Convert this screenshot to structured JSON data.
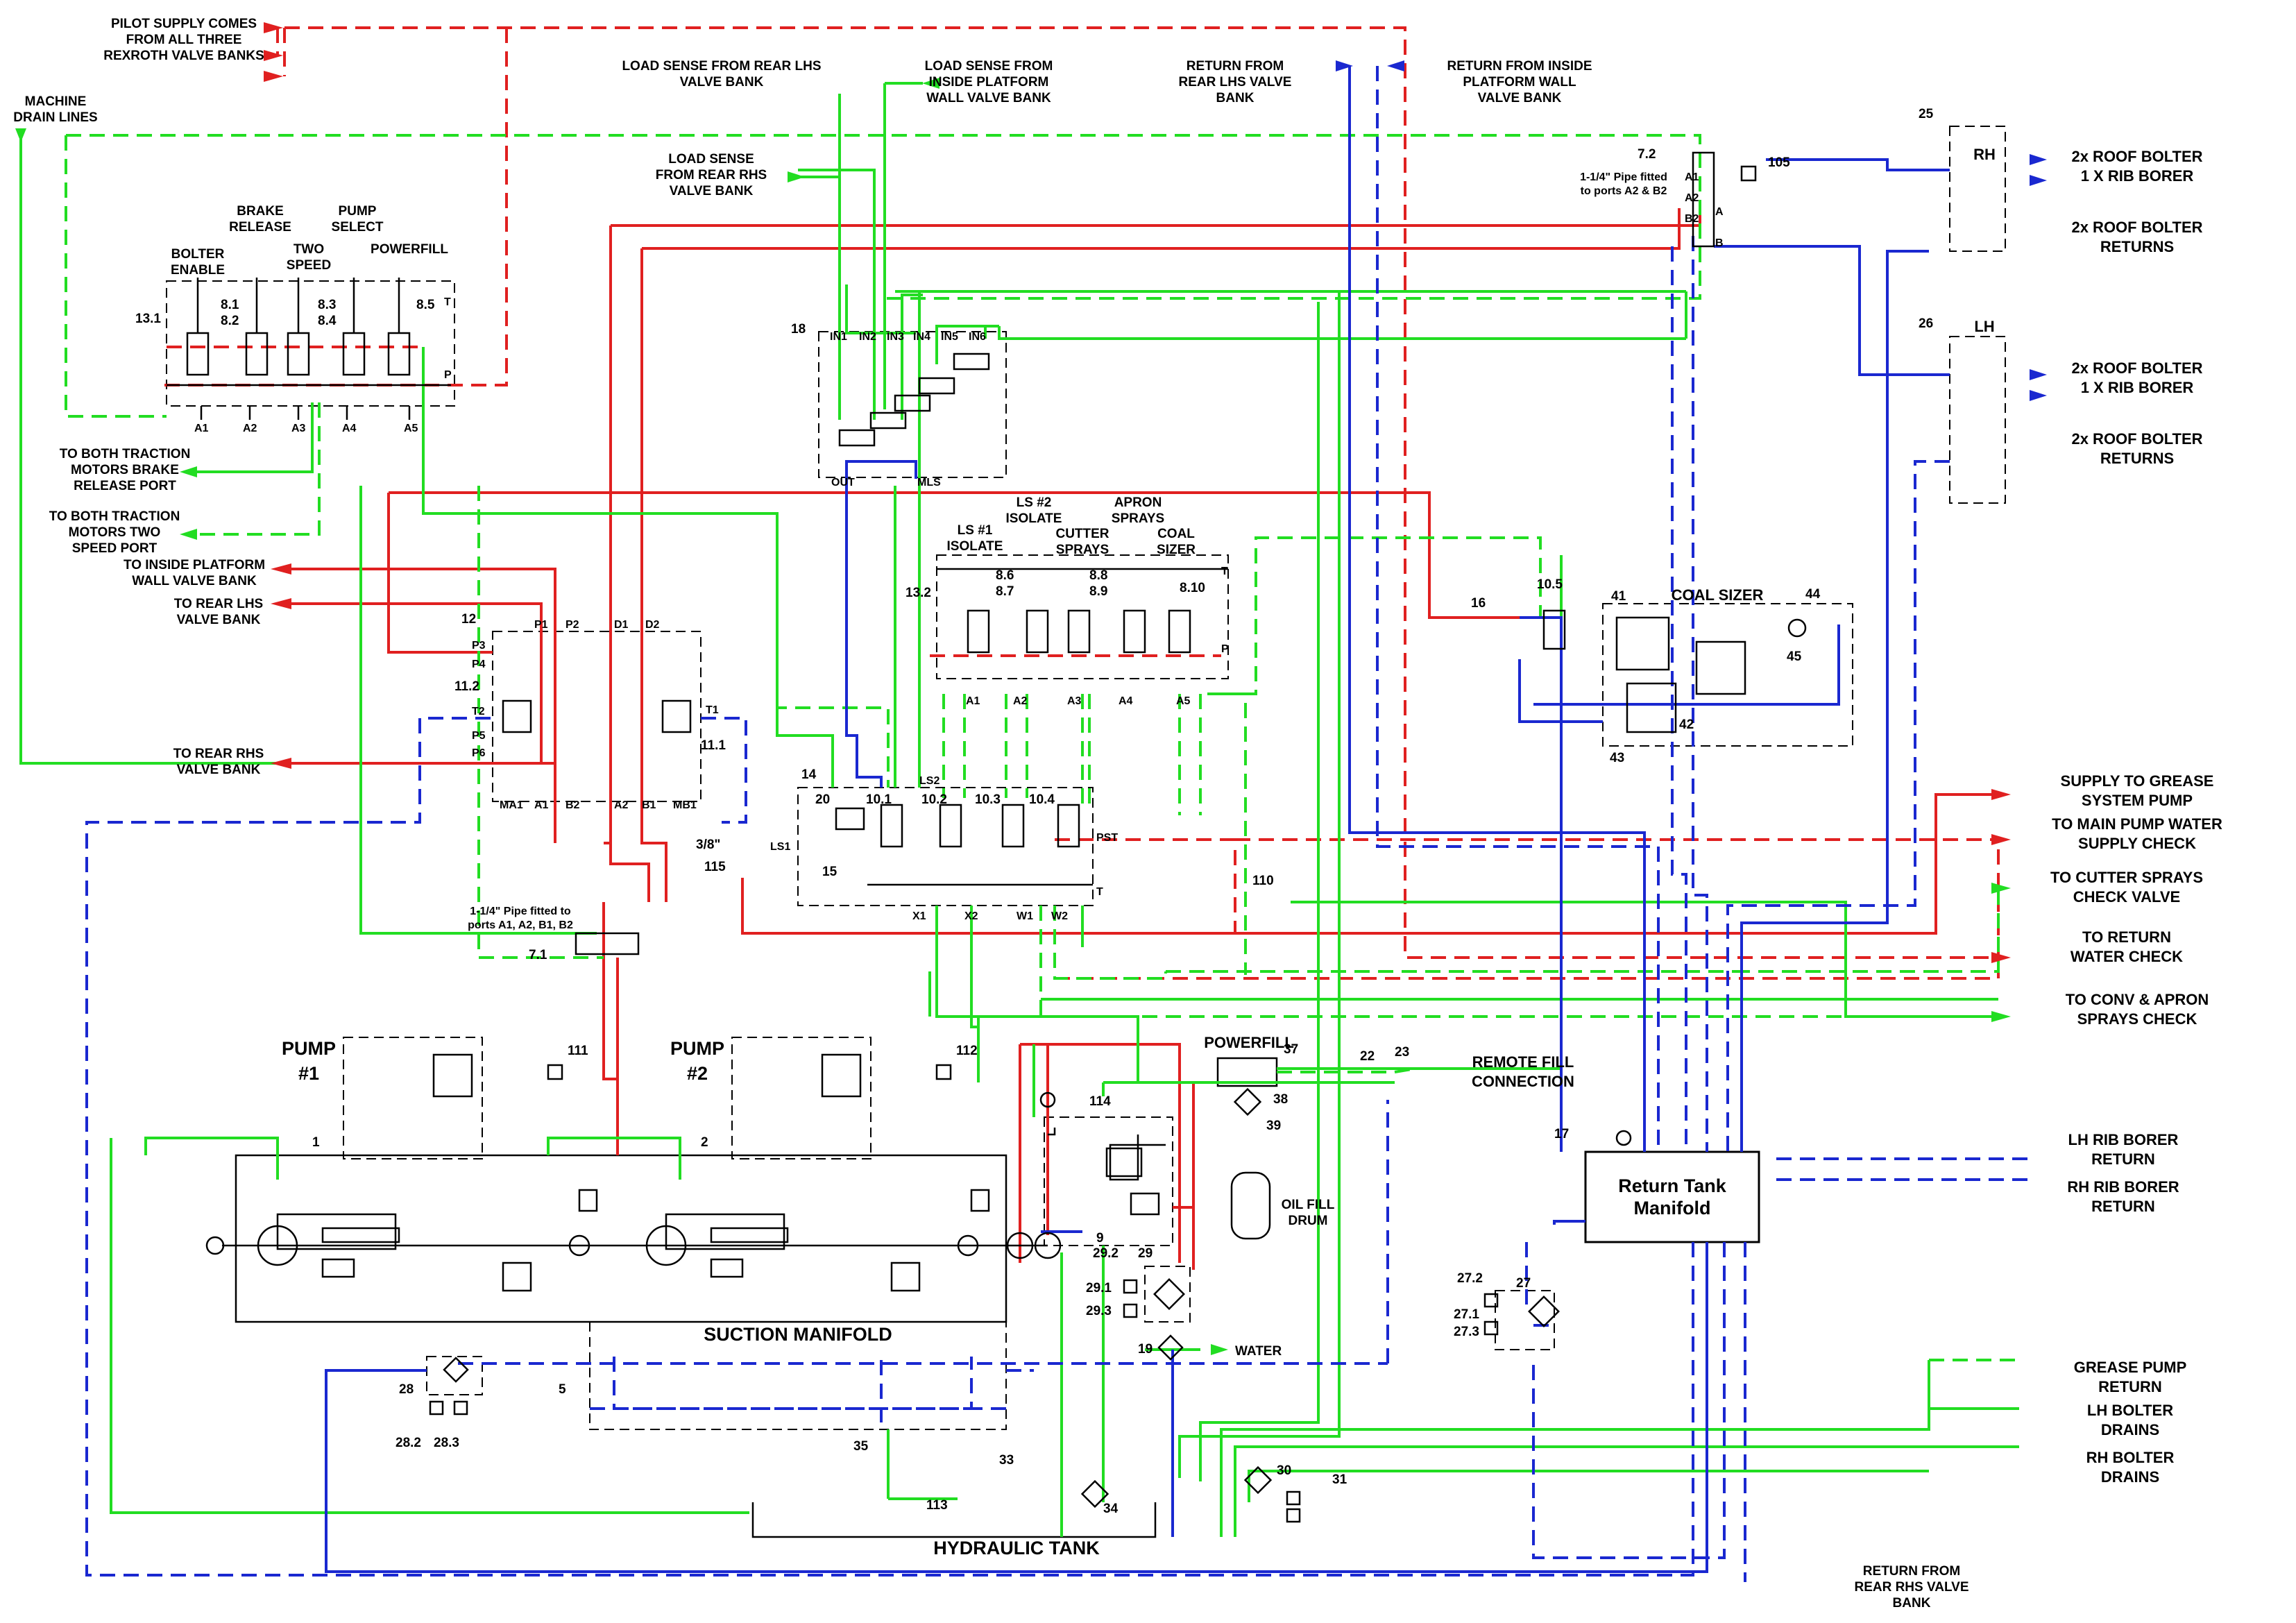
{
  "labels": {
    "pilot_supply": "PILOT SUPPLY COMES FROM ALL THREE REXROTH VALVE BANKS",
    "machine_drain": "MACHINE DRAIN LINES",
    "ls_rear_lhs": "LOAD SENSE FROM REAR LHS VALVE BANK",
    "ls_inside_platform": "LOAD SENSE FROM INSIDE PLATFORM WALL VALVE BANK",
    "ls_rear_rhs": "LOAD SENSE FROM REAR RHS VALVE BANK",
    "return_rear_lhs": "RETURN FROM REAR LHS VALVE BANK",
    "return_inside_platform": "RETURN FROM INSIDE PLATFORM WALL VALVE BANK",
    "brake_release": "BRAKE RELEASE",
    "pump_select": "PUMP SELECT",
    "bolter_enable": "BOLTER ENABLE",
    "two_speed": "TWO SPEED",
    "powerfill": "POWERFILL",
    "traction_brake": "TO BOTH TRACTION MOTORS BRAKE RELEASE PORT",
    "traction_two_speed": "TO BOTH TRACTION MOTORS TWO SPEED PORT",
    "to_inside_platform": "TO INSIDE PLATFORM WALL VALVE BANK",
    "to_rear_lhs": "TO REAR LHS VALVE BANK",
    "to_rear_rhs": "TO REAR RHS VALVE BANK",
    "ls1_isolate": "LS #1 ISOLATE",
    "ls2_isolate": "LS #2 ISOLATE",
    "cutter_sprays": "CUTTER SPRAYS",
    "apron_sprays": "APRON SPRAYS",
    "coal_sizer_valve": "COAL SIZER",
    "coal_sizer": "COAL SIZER",
    "pipe_72": "1-1/4\" Pipe fitted to ports A2 & B2",
    "pipe_71": "1-1/4\" Pipe fitted to ports A1, A2, B1, B2",
    "roof_bolter_rh": "2x ROOF BOLTER 1 X RIB BORER",
    "roof_bolter_returns_rh": "2x ROOF BOLTER RETURNS",
    "roof_bolter_lh": "2x ROOF BOLTER 1 X RIB BORER",
    "roof_bolter_returns_lh": "2x ROOF BOLTER RETURNS",
    "rh": "RH",
    "lh": "LH",
    "supply_grease": "SUPPLY TO GREASE SYSTEM PUMP",
    "main_pump_water": "TO MAIN PUMP WATER SUPPLY CHECK",
    "cutter_sprays_check": "TO CUTTER SPRAYS CHECK VALVE",
    "return_water_check": "TO RETURN WATER CHECK",
    "conv_apron_check": "TO CONV & APRON SPRAYS CHECK",
    "remote_fill": "REMOTE FILL CONNECTION",
    "powerfill_unit": "POWERFILL",
    "oil_fill_drum": "OIL FILL DRUM",
    "lh_rib_return": "LH RIB BORER RETURN",
    "rh_rib_return": "RH RIB BORER RETURN",
    "return_tank_manifold": "Return Tank Manifold",
    "grease_pump_return": "GREASE PUMP RETURN",
    "lh_bolter_drains": "LH BOLTER DRAINS",
    "rh_bolter_drains": "RH BOLTER DRAINS",
    "return_rear_rhs": "RETURN FROM REAR RHS VALVE BANK",
    "pump1": "PUMP #1",
    "pump2": "PUMP #2",
    "suction_manifold": "SUCTION MANIFOLD",
    "hydraulic_tank": "HYDRAULIC TANK",
    "water": "WATER",
    "pipe_3_8": "3/8\""
  },
  "components": [
    "13.1",
    "8.1",
    "8.2",
    "8.3",
    "8.4",
    "8.5",
    "12",
    "11.2",
    "11.1",
    "13.2",
    "8.6",
    "8.7",
    "8.8",
    "8.9",
    "8.10",
    "18",
    "14",
    "20",
    "15",
    "10.1",
    "10.2",
    "10.3",
    "10.4",
    "115",
    "110",
    "7.1",
    "7.2",
    "105",
    "25",
    "26",
    "16",
    "10.5",
    "41",
    "42",
    "43",
    "44",
    "45",
    "111",
    "112",
    "1",
    "2",
    "114",
    "9",
    "29",
    "29.1",
    "29.2",
    "29.3",
    "19",
    "37",
    "38",
    "39",
    "22",
    "23",
    "17",
    "27",
    "27.1",
    "27.2",
    "27.3",
    "28",
    "28.2",
    "28.3",
    "5",
    "35",
    "33",
    "113",
    "34",
    "30",
    "31"
  ],
  "ports": {
    "bank1": [
      "A1",
      "A2",
      "A3",
      "A4",
      "A5",
      "T",
      "P"
    ],
    "bank2": [
      "A1",
      "A2",
      "A3",
      "A4",
      "A5",
      "T",
      "P"
    ],
    "ls_block": [
      "IN1",
      "IN2",
      "IN3",
      "IN4",
      "IN5",
      "IN6",
      "OUT",
      "MLS"
    ],
    "valve12": [
      "P1",
      "P2",
      "D1",
      "D2",
      "P3",
      "P4",
      "T2",
      "P5",
      "P6",
      "T1",
      "MA1",
      "A1",
      "B2",
      "A2",
      "B1",
      "MB1"
    ],
    "block14": [
      "LS2",
      "LS1",
      "PST",
      "T",
      "X1",
      "X2",
      "W1",
      "W2"
    ]
  },
  "colors": {
    "pressure": "#e02020",
    "pilot": "#22dd22",
    "return": "#1a28d0",
    "outline": "#000000"
  }
}
